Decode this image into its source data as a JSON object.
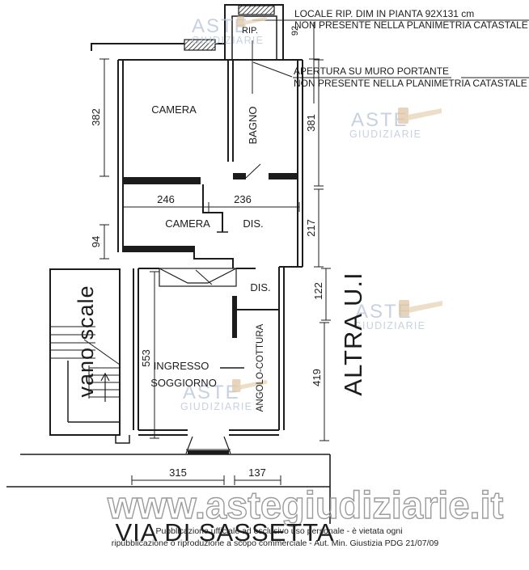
{
  "annotations": {
    "locale_rip_1": "LOCALE RIP. DIM IN PIANTA 92X131 cm",
    "locale_rip_2": "NON PRESENTE NELLA PLANIMETRIA CATASTALE",
    "apertura_1": "APERTURA SU MURO PORTANTE",
    "apertura_2": "NON PRESENTE NELLA PLANIMETRIA CATASTALE"
  },
  "rooms": {
    "rip": "RIP.",
    "camera_top": "CAMERA",
    "bagno": "BAGNO",
    "camera_mid": "CAMERA",
    "dis_mid": "DIS.",
    "dis_lower": "DIS.",
    "ingresso": "INGRESSO",
    "soggiorno": "SOGGIORNO",
    "angolo_cottura": "ANGOLO-COTTURA",
    "vano_scale": "vano scale"
  },
  "labels": {
    "altra_ui": "ALTRA U.I",
    "street_name": "VIA DI SASSETTA"
  },
  "dimensions": {
    "rip_depth": "92",
    "left_upper": "382",
    "right_upper": "381",
    "camera_mid_width": "246",
    "dis_mid_width": "236",
    "left_small": "94",
    "right_mid": "217",
    "right_small": "122",
    "left_lower": "553",
    "right_lower": "419",
    "street_left": "315",
    "street_right": "137"
  },
  "watermark": {
    "line1": "ASTE",
    "line2": "GIUDIZIARIE",
    "url": "www.astegiudiziarie.it"
  },
  "footer": {
    "disclaimer_1": "Pubblicazione ufficiale ad esclusivo uso personale - è vietata ogni",
    "disclaimer_2": "ripubblicazione o riproduzione a scopo commerciale - Aut. Min. Giustizia PDG 21/07/09"
  },
  "colors": {
    "line": "#1c1c1c",
    "watermark_blue": "#b9c5db",
    "gavel_tan": "#dfc6a4",
    "url_outline": "#9b9b9b",
    "background": "#ffffff"
  }
}
